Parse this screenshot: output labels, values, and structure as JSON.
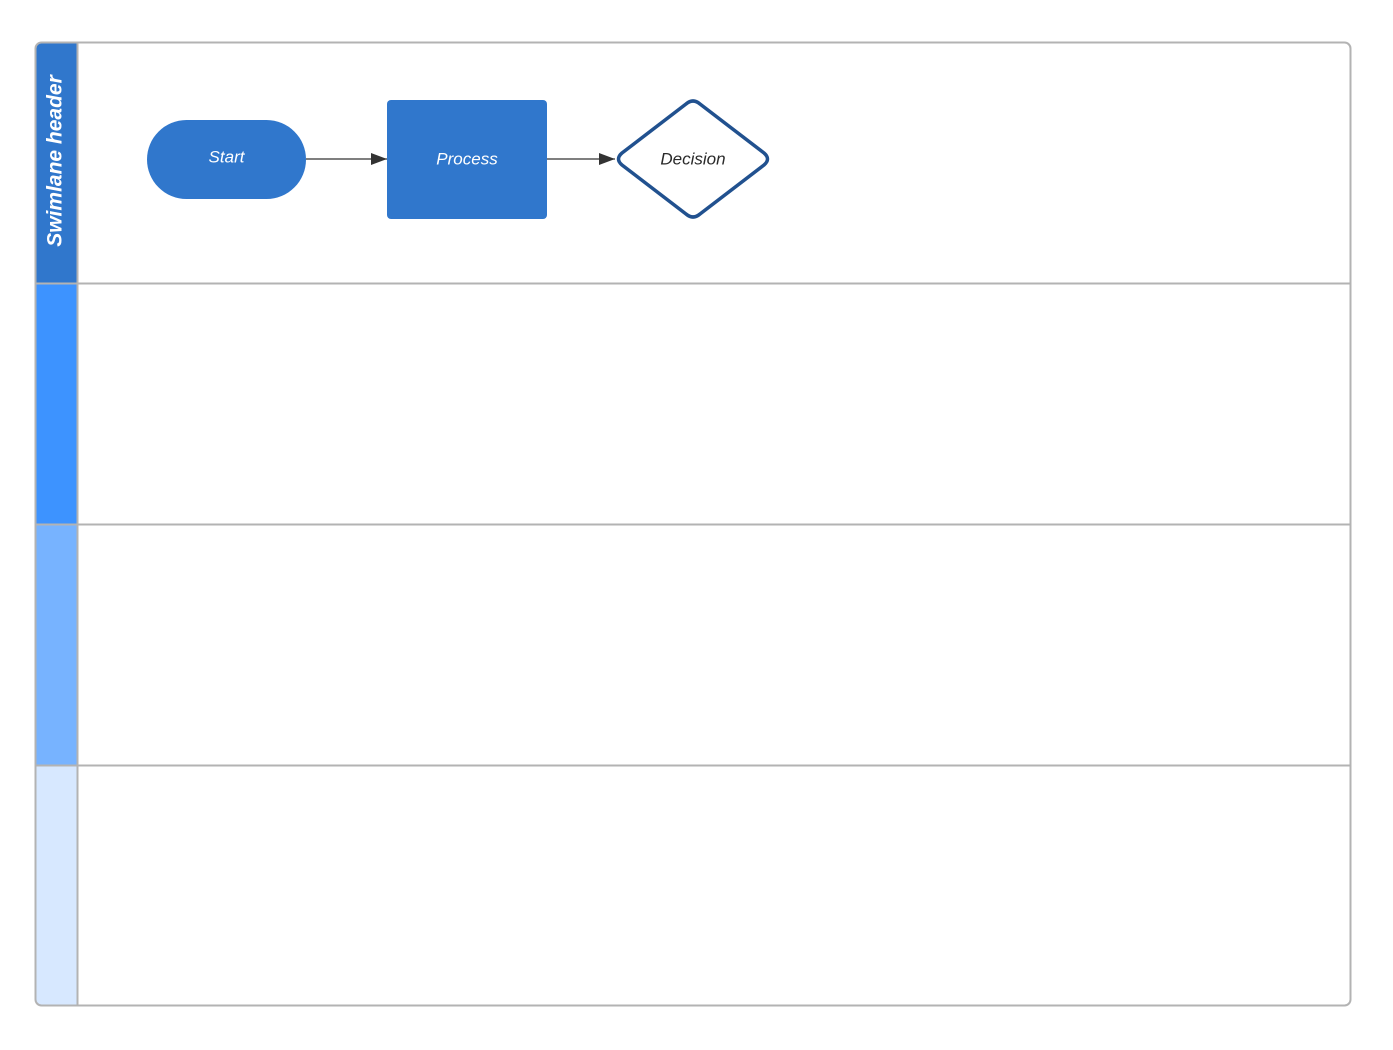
{
  "swimlanes": [
    {
      "title": "Swimlane header",
      "color": "#3077cc"
    },
    {
      "title": "",
      "color": "#3d93ff"
    },
    {
      "title": "",
      "color": "#77b3ff"
    },
    {
      "title": "",
      "color": "#d7e8ff"
    }
  ],
  "nodes": {
    "start": {
      "label": "Start",
      "shape": "terminator",
      "fill": "#3077cc",
      "text_color": "#ffffff"
    },
    "process": {
      "label": "Process",
      "shape": "rectangle",
      "fill": "#3077cc",
      "text_color": "#ffffff"
    },
    "decision": {
      "label": "Decision",
      "shape": "diamond",
      "fill": "#ffffff",
      "stroke": "#21518f",
      "text_color": "#2a2a2a"
    }
  },
  "edges": [
    {
      "from": "start",
      "to": "process"
    },
    {
      "from": "process",
      "to": "decision"
    }
  ],
  "colors": {
    "border": "#b3b3b3",
    "connector": "#333333"
  }
}
